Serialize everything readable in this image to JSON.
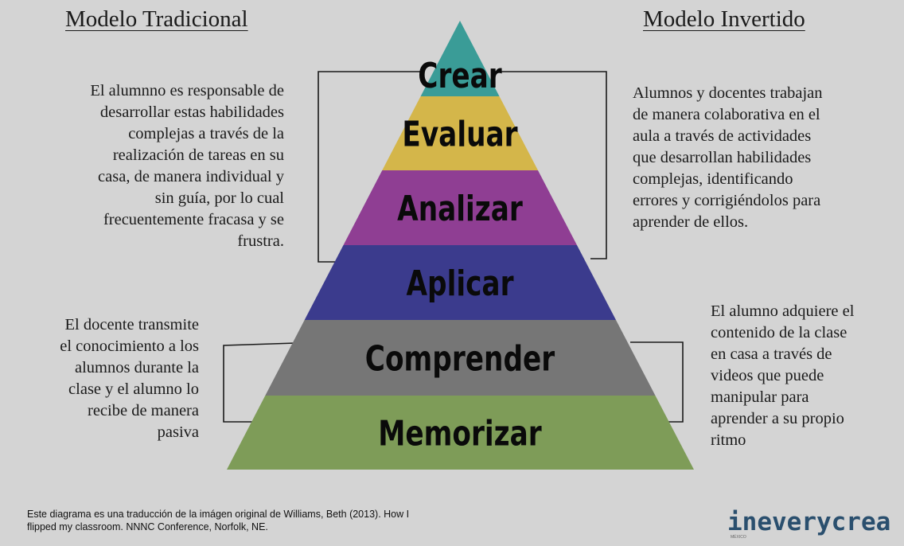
{
  "headings": {
    "left": "Modelo Tradicional",
    "right": "Modelo Invertido"
  },
  "pyramid": {
    "levels": [
      {
        "label": "Crear",
        "color": "#3a9c97"
      },
      {
        "label": "Evaluar",
        "color": "#d4b64a"
      },
      {
        "label": "Analizar",
        "color": "#8f3e93"
      },
      {
        "label": "Aplicar",
        "color": "#3b3b8d"
      },
      {
        "label": "Comprender",
        "color": "#767676"
      },
      {
        "label": "Memorizar",
        "color": "#7e9c58"
      }
    ]
  },
  "paragraphs": {
    "top_left": "El alumnno es responsable de\ndesarrollar estas habilidades\ncomplejas a través de la\nrealización de tareas en su\ncasa, de manera individual y\nsin guía, por lo cual\nfrecuentemente fracasa y se\nfrustra.",
    "top_right": "Alumnos y docentes trabajan\nde manera colaborativa en el\naula a través de actividades\nque desarrollan habilidades\ncomplejas, identificando\nerrores y corrigiéndolos para\naprender de ellos.",
    "bottom_left": "El docente transmite\nel conocimiento a los\nalumnos durante la\nclase y el alumno lo\nrecibe de manera\npasiva",
    "bottom_right": "El alumno adquiere el\ncontenido de la clase\nen casa a través de\nvideos que puede\nmanipular para\naprender a su propio\nritmo"
  },
  "footer": {
    "note": "Este diagrama es una traducción de la imágen original de Williams, Beth (2013). How I\nflipped my classroom. NNNC Conference, Norfolk, NE.",
    "logo": "ineverycrea",
    "logo_sub": "MÉXICO"
  }
}
